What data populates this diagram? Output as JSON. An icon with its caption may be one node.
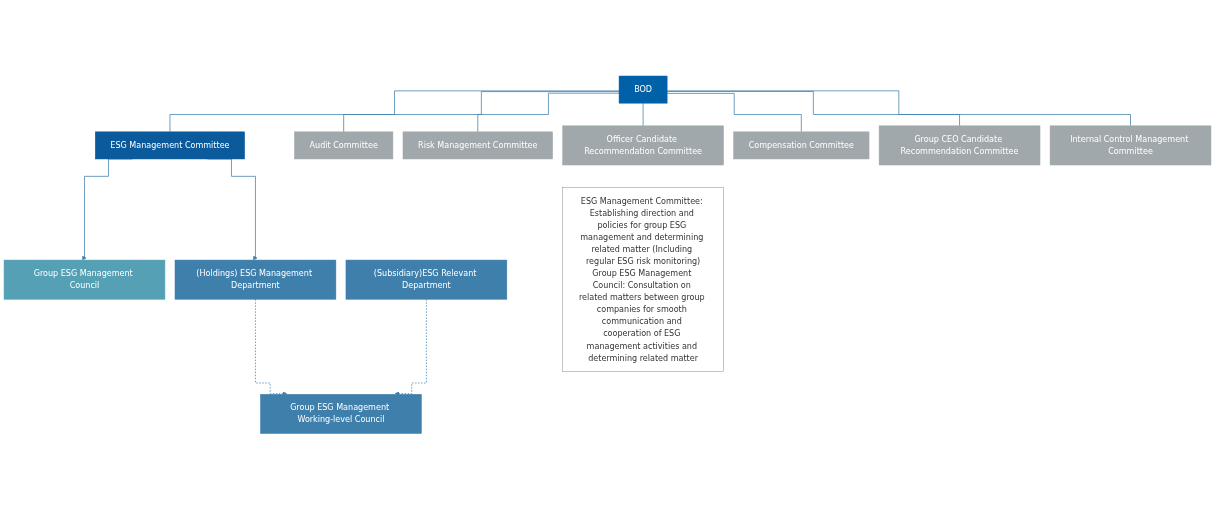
{
  "diagram": {
    "nodes": [
      {
        "text": [
          "BOD"
        ]
      },
      {
        "text": [
          "Officer Candidate Recommendation Committee"
        ]
      },
      {
        "text": [
          "Audit Committee"
        ]
      },
      {
        "text": [
          "Risk Management Committee"
        ]
      },
      {
        "text": [
          "ESG Management Committee"
        ]
      },
      {
        "text": [
          "Compensation Committee"
        ]
      },
      {
        "text": [
          "Group CEO Candidate Recommendation Committee"
        ]
      },
      {
        "text": [
          "Internal Control Management Committee"
        ]
      },
      {
        "text": [
          "Group ESG Management Council"
        ]
      },
      {
        "text": [
          "(Holdings) ESG Management Department"
        ]
      },
      {
        "text": [
          "Group ESG Management Working-level Council"
        ]
      },
      {
        "text": [
          "(Subsidiary)ESG Relevant Department"
        ]
      },
      {
        "text": [
          "ESG Management Committee: Establishing direction and policies for group ESG management and determining related matter (Including regular ESG risk monitoring)",
          "Group ESG Management Council: Consultation on related matters between group companies for smooth communication and cooperation of ESG management activities and determining related matter"
        ]
      }
    ],
    "edges": [
      {
        "from": 0,
        "to": 1,
        "arrow": "none"
      },
      {
        "from": 0,
        "to": 2,
        "arrow": "none"
      },
      {
        "from": 0,
        "to": 3,
        "arrow": "none"
      },
      {
        "from": 0,
        "to": 4,
        "arrow": "none"
      },
      {
        "from": 0,
        "to": 5,
        "arrow": "none"
      },
      {
        "from": 0,
        "to": 6,
        "arrow": "none"
      },
      {
        "from": 0,
        "to": 7,
        "arrow": "none"
      },
      {
        "from": 4,
        "to": 8,
        "arrow": "to"
      },
      {
        "from": 4,
        "to": 9,
        "arrow": "to"
      },
      {
        "from": 9,
        "to": 10,
        "arrow": "to",
        "style": "dashed"
      },
      {
        "from": 11,
        "to": 10,
        "arrow": "to",
        "style": "dashed"
      }
    ]
  }
}
